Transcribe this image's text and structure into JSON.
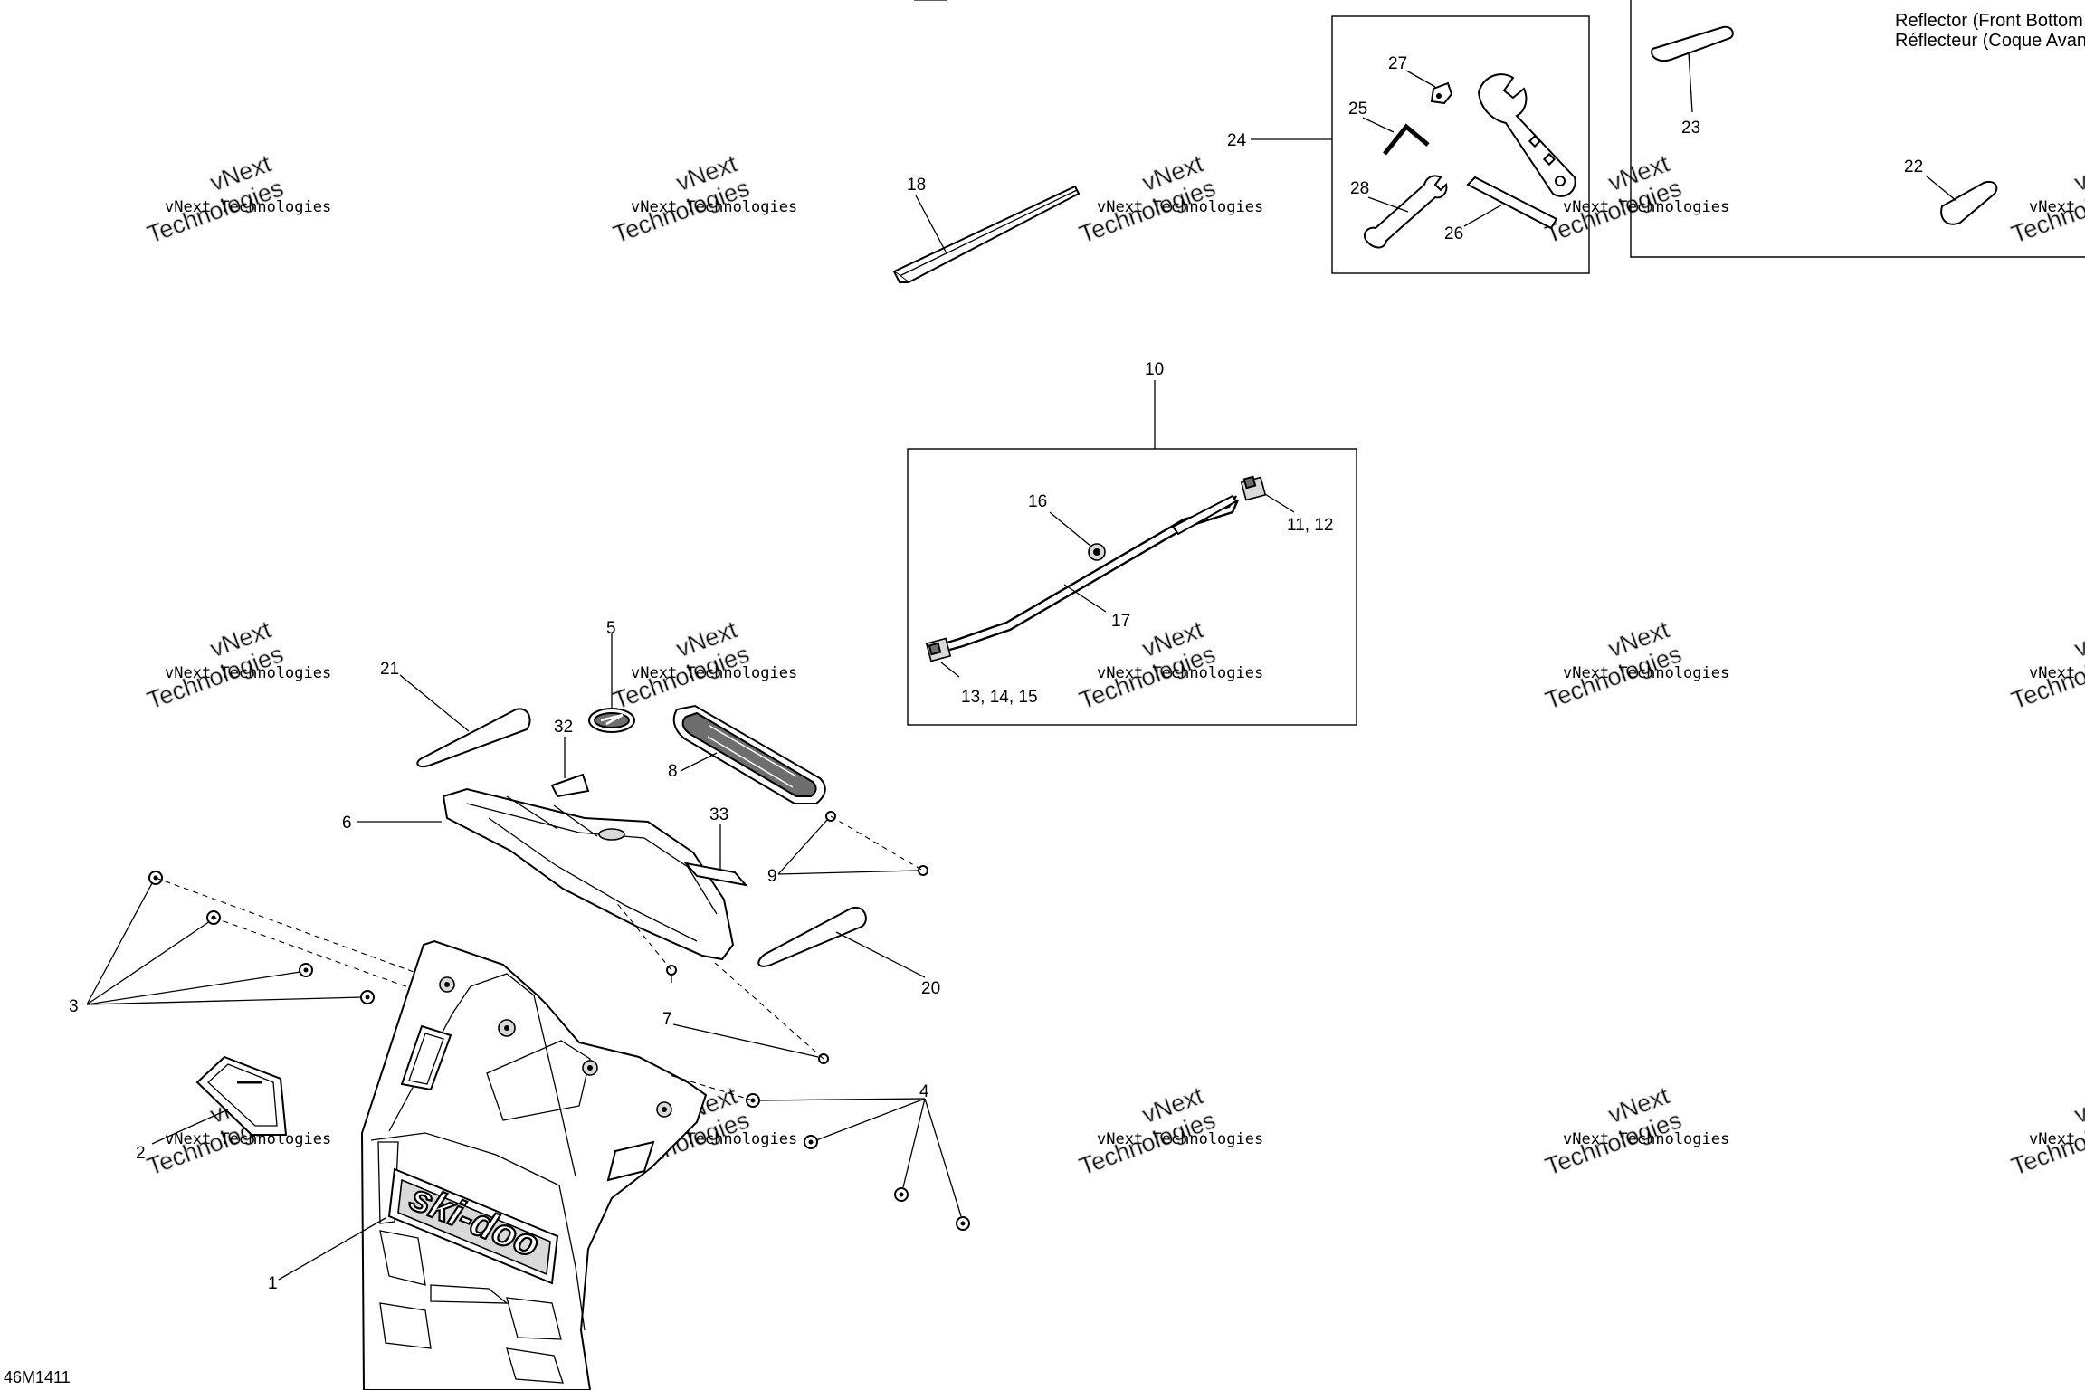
{
  "diagram_code": "46M1411",
  "reflector_note": {
    "line1": "Reflector (Front Bottom",
    "line2": "Réflecteur (Coque Avan"
  },
  "watermark": {
    "line_a": "vNext",
    "line_b": "vNext Technologies",
    "line_c": "Technologies"
  },
  "callouts": {
    "c1": "1",
    "c2": "2",
    "c3": "3",
    "c4": "4",
    "c5": "5",
    "c6": "6",
    "c7": "7",
    "c8": "8",
    "c9": "9",
    "c10": "10",
    "c11_12": "11, 12",
    "c13_15": "13, 14, 15",
    "c16": "16",
    "c17": "17",
    "c18": "18",
    "c20": "20",
    "c21": "21",
    "c22": "22",
    "c23": "23",
    "c24": "24",
    "c25": "25",
    "c26": "26",
    "c27": "27",
    "c28": "28",
    "c32": "32",
    "c33": "33"
  },
  "hood_logo": "ski-doo"
}
